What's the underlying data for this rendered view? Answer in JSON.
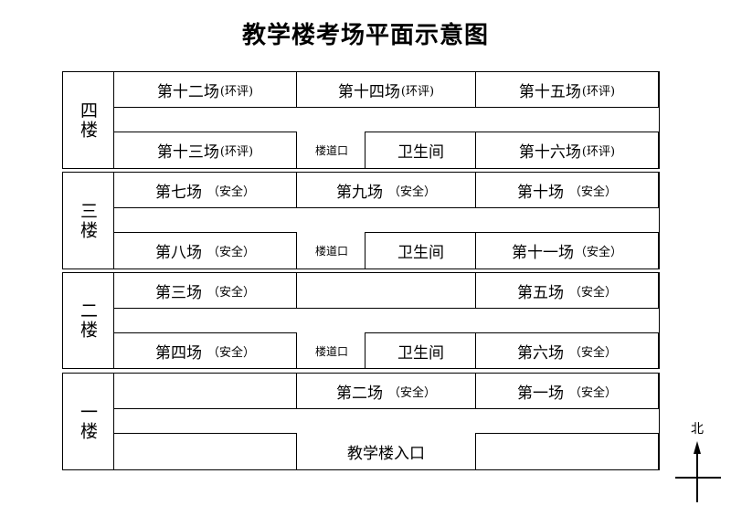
{
  "title": "教学楼考场平面示意图",
  "north_label": "北",
  "floors": [
    {
      "label": "四楼",
      "top_rooms": [
        {
          "name": "第十二场",
          "note": "(环评)"
        },
        {
          "name": "第十四场",
          "note": "(环评)"
        },
        {
          "name": "第十五场",
          "note": "(环评)"
        }
      ],
      "bottom_rooms": [
        {
          "name": "第十三场",
          "note": "(环评)"
        },
        {
          "name": "第十六场",
          "note": "(环评)"
        }
      ],
      "stairwell": "楼道口",
      "restroom": "卫生间"
    },
    {
      "label": "三楼",
      "top_rooms": [
        {
          "name": "第七场",
          "note": "（安全）"
        },
        {
          "name": "第九场",
          "note": "（安全）"
        },
        {
          "name": "第十场",
          "note": "（安全）"
        }
      ],
      "bottom_rooms": [
        {
          "name": "第八场",
          "note": "（安全）"
        },
        {
          "name": "第十一场",
          "note": "（安全）"
        }
      ],
      "stairwell": "楼道口",
      "restroom": "卫生间"
    },
    {
      "label": "二楼",
      "top_rooms": [
        {
          "name": "第三场",
          "note": "（安全）"
        },
        {
          "name": "",
          "note": ""
        },
        {
          "name": "第五场",
          "note": "（安全）"
        }
      ],
      "bottom_rooms": [
        {
          "name": "第四场",
          "note": "（安全）"
        },
        {
          "name": "第六场",
          "note": "（安全）"
        }
      ],
      "stairwell": "楼道口",
      "restroom": "卫生间"
    },
    {
      "label": "一楼",
      "top_rooms": [
        {
          "name": "",
          "note": ""
        },
        {
          "name": "第二场",
          "note": "（安全）"
        },
        {
          "name": "第一场",
          "note": "（安全）"
        }
      ],
      "entrance": "教学楼入口"
    }
  ]
}
